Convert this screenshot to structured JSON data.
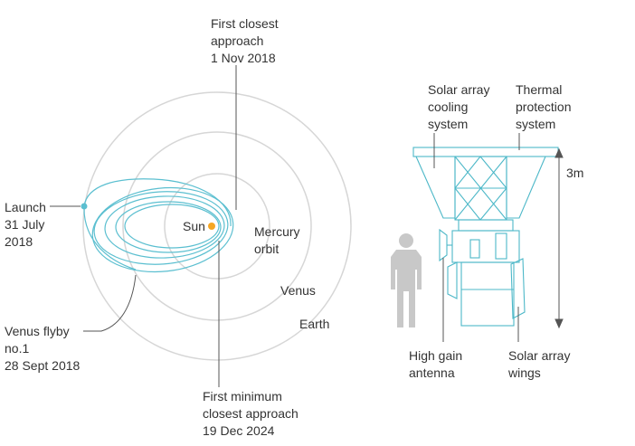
{
  "orbit_diagram": {
    "first_closest_approach": [
      "First closest",
      "approach",
      "1 Nov 2018"
    ],
    "launch": [
      "Launch",
      "31 July",
      "2018"
    ],
    "venus_flyby": [
      "Venus flyby",
      "no.1",
      "28 Sept 2018"
    ],
    "first_minimum_closest_approach": [
      "First minimum",
      "closest approach",
      "19 Dec 2024"
    ],
    "sun": "Sun",
    "mercury_orbit": [
      "Mercury",
      "orbit"
    ],
    "venus": "Venus",
    "earth": "Earth"
  },
  "spacecraft_diagram": {
    "solar_array_cooling": [
      "Solar array",
      "cooling",
      "system"
    ],
    "thermal_protection": [
      "Thermal",
      "protection",
      "system"
    ],
    "height": "3m",
    "high_gain_antenna": [
      "High gain",
      "antenna"
    ],
    "solar_array_wings": [
      "Solar array",
      "wings"
    ]
  },
  "colors": {
    "orbit_path": "#5bbfd0",
    "sun": "#f5a623",
    "ring": "#d6d6d6",
    "leader": "#555555",
    "spacecraft": "#4db8c8",
    "human": "#c8c8c8"
  }
}
